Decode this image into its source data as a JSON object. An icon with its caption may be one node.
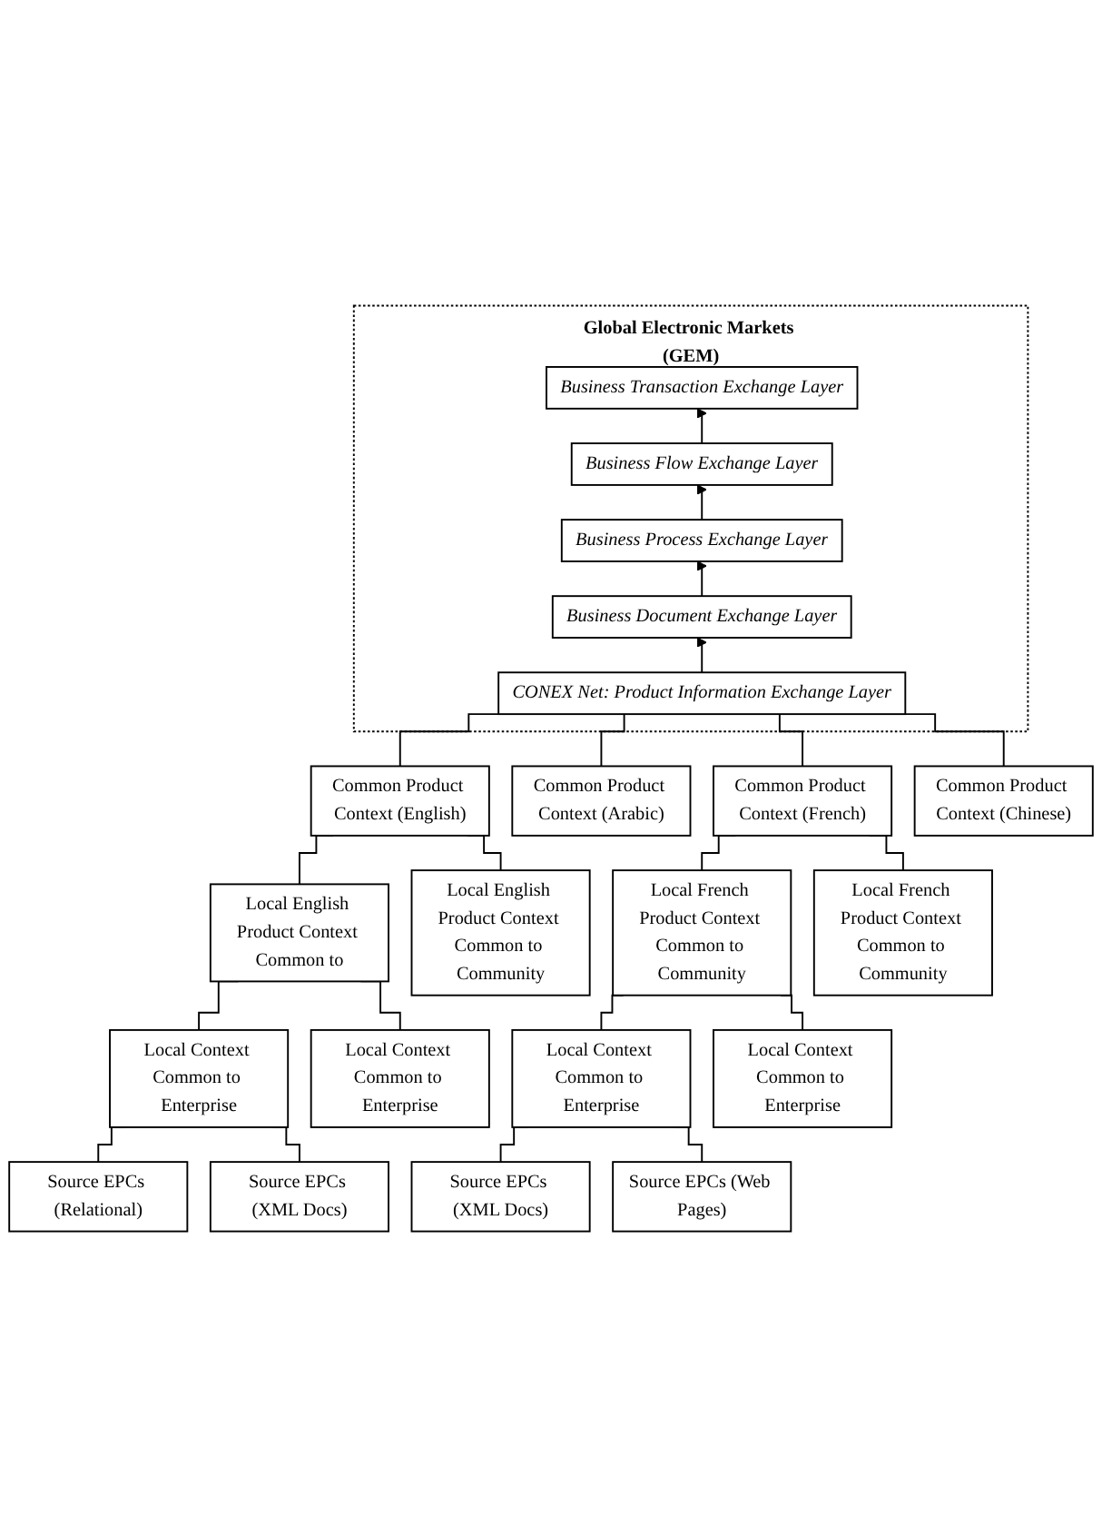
{
  "diagram": {
    "nodes": [
      {
        "text": [
          "Global Electronic Markets (GEM)"
        ]
      },
      {
        "text": [
          "Business Transaction Exchange Layer"
        ],
        "in": 0
      },
      {
        "text": [
          "Business Flow Exchange Layer"
        ],
        "in": 0
      },
      {
        "text": [
          "Business Process Exchange Layer"
        ],
        "in": 0
      },
      {
        "text": [
          "Business Document Exchange Layer"
        ],
        "in": 0
      },
      {
        "text": [
          "CONEX Net: Product Information Exchange Layer"
        ],
        "in": 0
      },
      {
        "text": [
          "Common Product Context (English)"
        ]
      },
      {
        "text": [
          "Common Product Context (Arabic)"
        ]
      },
      {
        "text": [
          "Common Product Context (French)"
        ]
      },
      {
        "text": [
          "Common Product Context (Chinese)"
        ]
      },
      {
        "text": [
          "Local English Product Context Common to"
        ]
      },
      {
        "text": [
          "Local English Product Context Common to Community"
        ]
      },
      {
        "text": [
          "Local French Product Context Common to Community"
        ]
      },
      {
        "text": [
          "Local French Product Context Common to Community"
        ]
      },
      {
        "text": [
          "Local Context Common to Enterprise"
        ]
      },
      {
        "text": [
          "Local Context Common to Enterprise"
        ]
      },
      {
        "text": [
          "Local Context Common to Enterprise"
        ]
      },
      {
        "text": [
          "Local Context Common to Enterprise"
        ]
      },
      {
        "text": [
          "Source EPCs (Relational)"
        ]
      },
      {
        "text": [
          "Source EPCs (XML Docs)"
        ]
      },
      {
        "text": [
          "Source EPCs (XML Docs)"
        ]
      },
      {
        "text": [
          "Source EPCs (Web Pages)"
        ]
      }
    ],
    "edges": [
      {
        "from": 5,
        "to": 4,
        "arrow": "to"
      },
      {
        "from": 4,
        "to": 3,
        "arrow": "to"
      },
      {
        "from": 3,
        "to": 2,
        "arrow": "to"
      },
      {
        "from": 2,
        "to": 1,
        "arrow": "to"
      },
      {
        "from": 5,
        "to": 6,
        "arrow": "none"
      },
      {
        "from": 5,
        "to": 7,
        "arrow": "none"
      },
      {
        "from": 5,
        "to": 8,
        "arrow": "none"
      },
      {
        "from": 5,
        "to": 9,
        "arrow": "none"
      },
      {
        "from": 6,
        "to": 10,
        "arrow": "none"
      },
      {
        "from": 6,
        "to": 11,
        "arrow": "none"
      },
      {
        "from": 8,
        "to": 12,
        "arrow": "none"
      },
      {
        "from": 8,
        "to": 13,
        "arrow": "none"
      },
      {
        "from": 10,
        "to": 14,
        "arrow": "none"
      },
      {
        "from": 10,
        "to": 15,
        "arrow": "none"
      },
      {
        "from": 12,
        "to": 16,
        "arrow": "none"
      },
      {
        "from": 12,
        "to": 17,
        "arrow": "none"
      },
      {
        "from": 14,
        "to": 18,
        "arrow": "none"
      },
      {
        "from": 14,
        "to": 19,
        "arrow": "none"
      },
      {
        "from": 16,
        "to": 20,
        "arrow": "none"
      },
      {
        "from": 16,
        "to": 21,
        "arrow": "none"
      }
    ]
  }
}
